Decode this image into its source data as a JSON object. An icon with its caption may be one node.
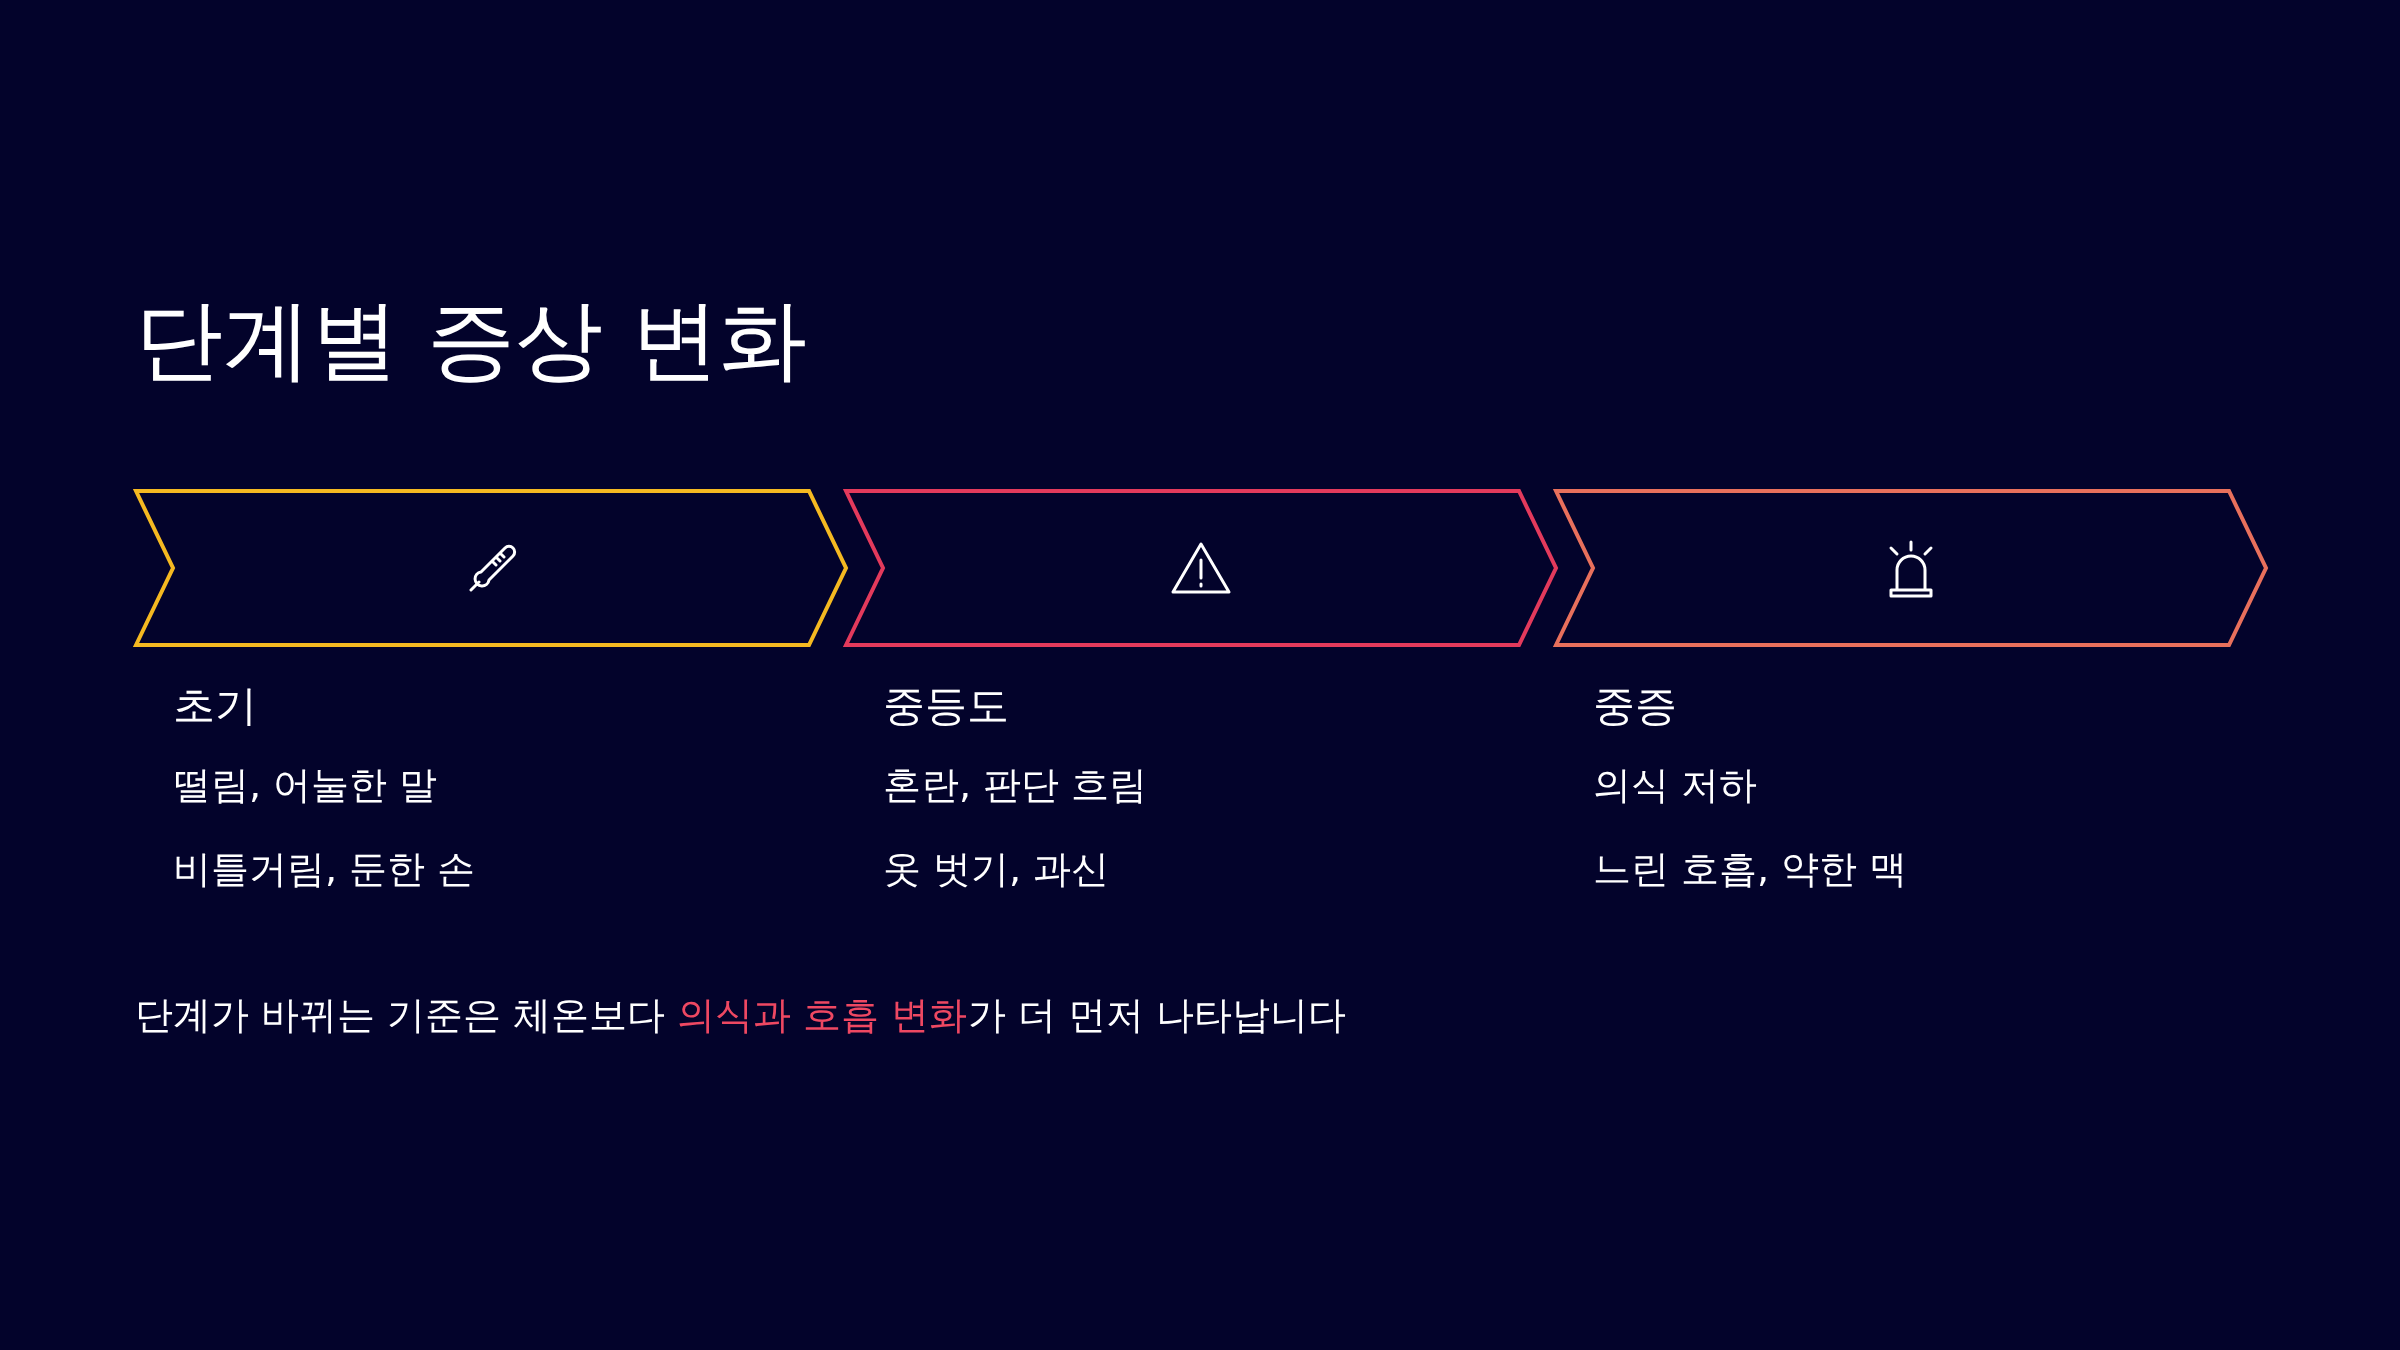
{
  "diagram": {
    "title": "단계별 증상 변화",
    "nodes": [
      {
        "text": [
          "초기",
          "떨림, 어눌한 말",
          "비틀거림, 둔한 손"
        ]
      },
      {
        "text": [
          "중등도",
          "혼란, 판단 흐림",
          "옷 벗기, 과신"
        ]
      },
      {
        "text": [
          "중증",
          "의식 저하",
          "느린 호흡, 약한 맥"
        ]
      }
    ],
    "caption": "단계가 바뀌는 기준은 체온보다 **의식과 호흡 변화**가 더 먼저 나타납니다"
  }
}
